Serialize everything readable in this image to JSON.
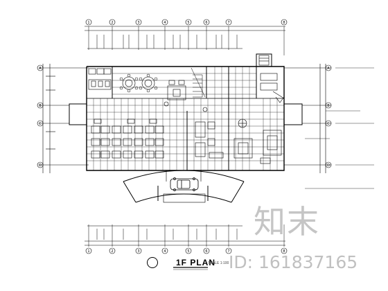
{
  "drawing": {
    "title": "1F PLAN",
    "scale_note": "SCALE 1:100",
    "grid_top": [
      "1",
      "2",
      "3",
      "4",
      "5",
      "6",
      "7",
      "8"
    ],
    "grid_left": [
      "A",
      "B",
      "C",
      "D"
    ],
    "grid_right": [
      "A",
      "B",
      "C",
      "D"
    ]
  },
  "watermark": {
    "brand": "知末",
    "id": "ID: 161837165"
  }
}
